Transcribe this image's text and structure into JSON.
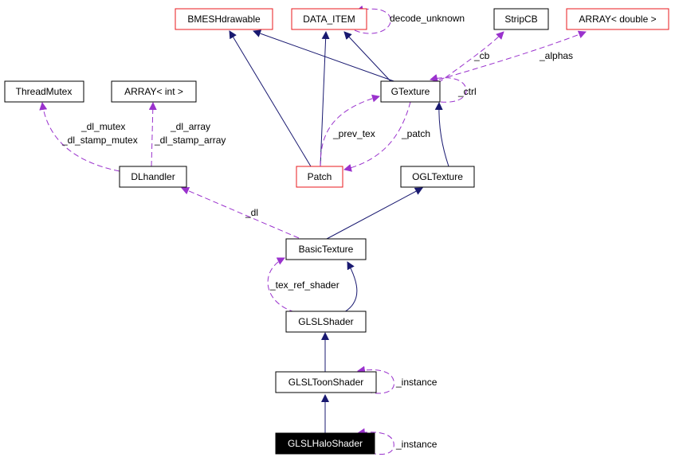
{
  "diagram": {
    "colors": {
      "inheritance_edge": "#191970",
      "usage_edge": "#9a32cd",
      "highlight_border": "#e8181c",
      "focus_fill": "#000000"
    },
    "nodes": {
      "bmeshdrawable": "BMESHdrawable",
      "data_item": "DATA_ITEM",
      "stripcb": "StripCB",
      "array_double": "ARRAY< double >",
      "threadmutex": "ThreadMutex",
      "array_int": "ARRAY< int >",
      "gtexture": "GTexture",
      "dlhandler": "DLhandler",
      "patch": "Patch",
      "ogltexture": "OGLTexture",
      "basictexture": "BasicTexture",
      "glslshader": "GLSLShader",
      "glsltoonshader": "GLSLToonShader",
      "glslhaloshader": "GLSLHaloShader"
    },
    "edge_labels": {
      "decode_unknown": "decode_unknown",
      "cb": "_cb",
      "alphas": "_alphas",
      "ctrl": "_ctrl",
      "dl_mutex": "_dl_mutex",
      "dl_stamp_mutex": "_dl_stamp_mutex",
      "dl_array": "_dl_array",
      "dl_stamp_array": "_dl_stamp_array",
      "prev_tex": "_prev_tex",
      "patch": "_patch",
      "dl": "_dl",
      "tex_ref_shader": "_tex_ref_shader",
      "instance_toon": "_instance",
      "instance_halo": "_instance"
    }
  }
}
